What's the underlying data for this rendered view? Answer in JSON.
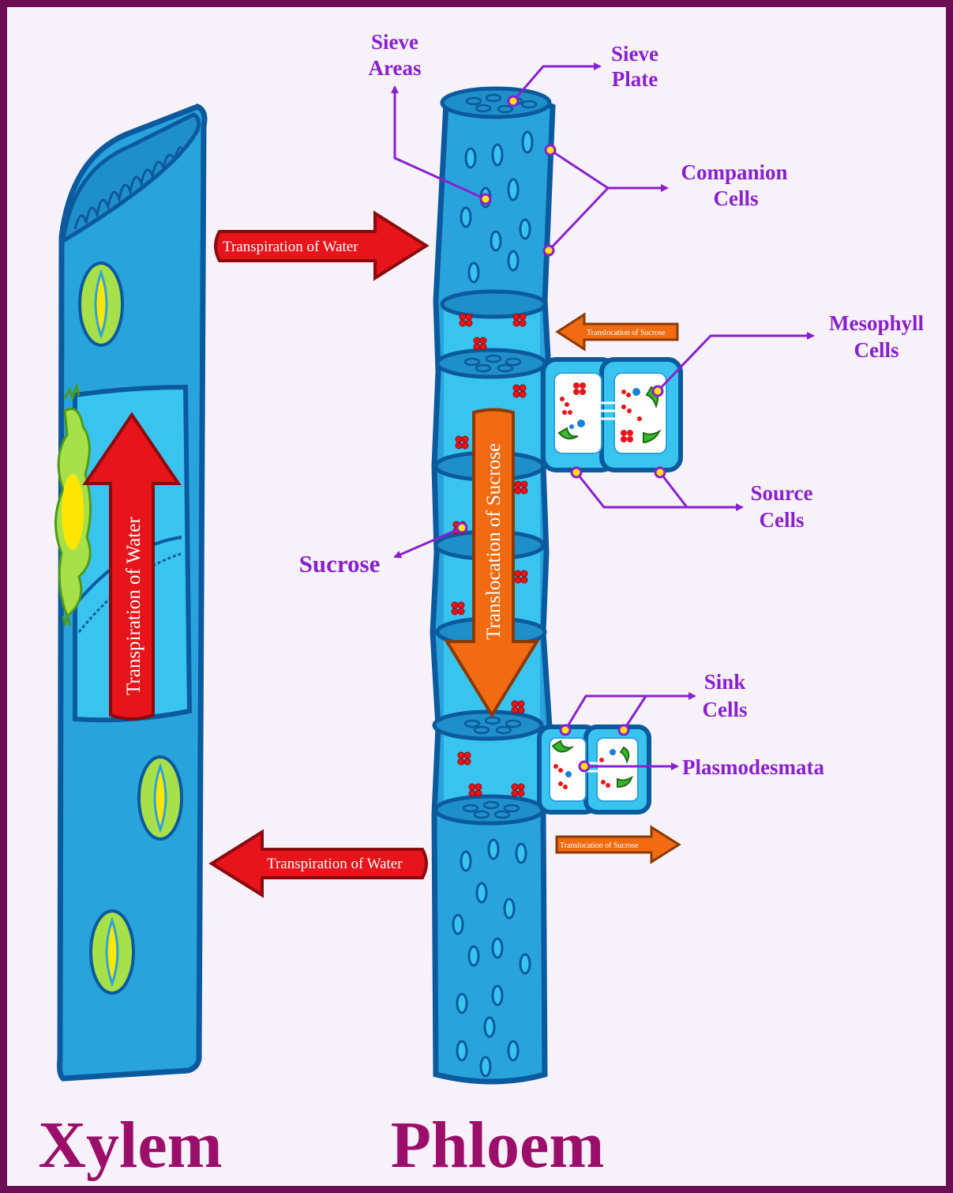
{
  "titles": {
    "xylem": "Xylem",
    "phloem": "Phloem"
  },
  "arrows": {
    "water_top": "Transpiration of Water",
    "water_vertical": "Transpiration of Water",
    "water_bottom": "Transpiration of Water",
    "sucrose_vertical": "Translocation of Sucrose",
    "sucrose_small_top": "Translocation of Sucrose",
    "sucrose_small_bottom": "Translocation of Sucrose"
  },
  "labels": {
    "sieve_areas": [
      "Sieve",
      "Areas"
    ],
    "sieve_plate": [
      "Sieve",
      "Plate"
    ],
    "companion_cells": [
      "Companion",
      "Cells"
    ],
    "mesophyll_cells": [
      "Mesophyll",
      "Cells"
    ],
    "source_cells": [
      "Source",
      "Cells"
    ],
    "sucrose": "Sucrose",
    "sink_cells": [
      "Sink",
      "Cells"
    ],
    "plasmodesmata": "Plasmodesmata"
  },
  "colors": {
    "border": "#6b0d50",
    "vessel": "#29a3dc",
    "vessel_outline": "#0b5a9e",
    "label": "#8a1fd1",
    "title": "#9b0f6b",
    "water_arrow": "#e8141b",
    "sucrose_arrow": "#f26a12"
  }
}
